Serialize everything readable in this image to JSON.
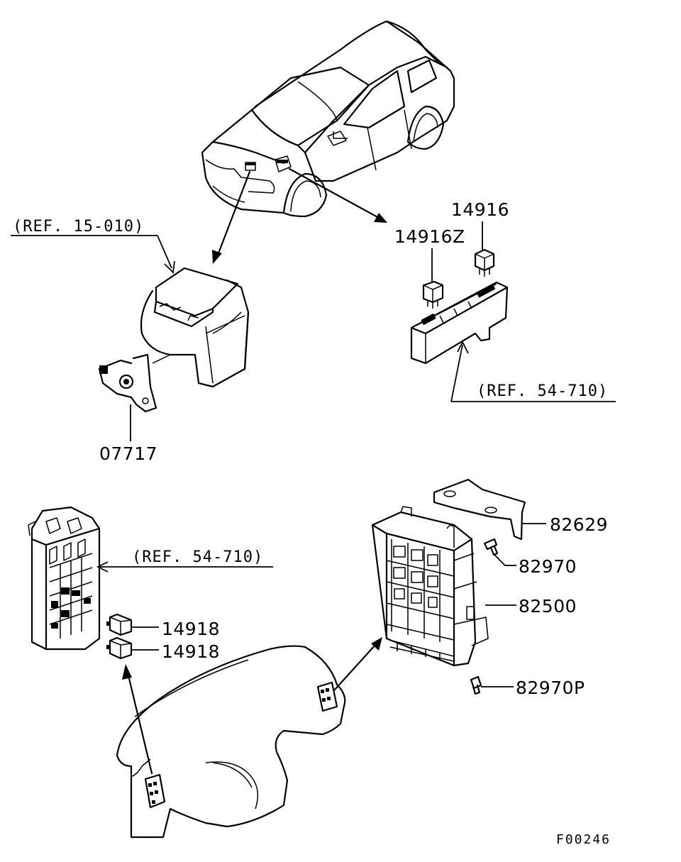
{
  "diagram_code": "F00246",
  "refs": {
    "airbag_ref": "(REF. 15-010)",
    "relay_box_ref": "(REF. 54-710)",
    "junction_box_ref": "(REF. 54-710)"
  },
  "parts": {
    "p14916": "14916",
    "p14916z": "14916Z",
    "p07717": "07717",
    "p14918a": "14918",
    "p14918b": "14918",
    "p82629": "82629",
    "p82970": "82970",
    "p82500": "82500",
    "p82970p": "82970P"
  }
}
